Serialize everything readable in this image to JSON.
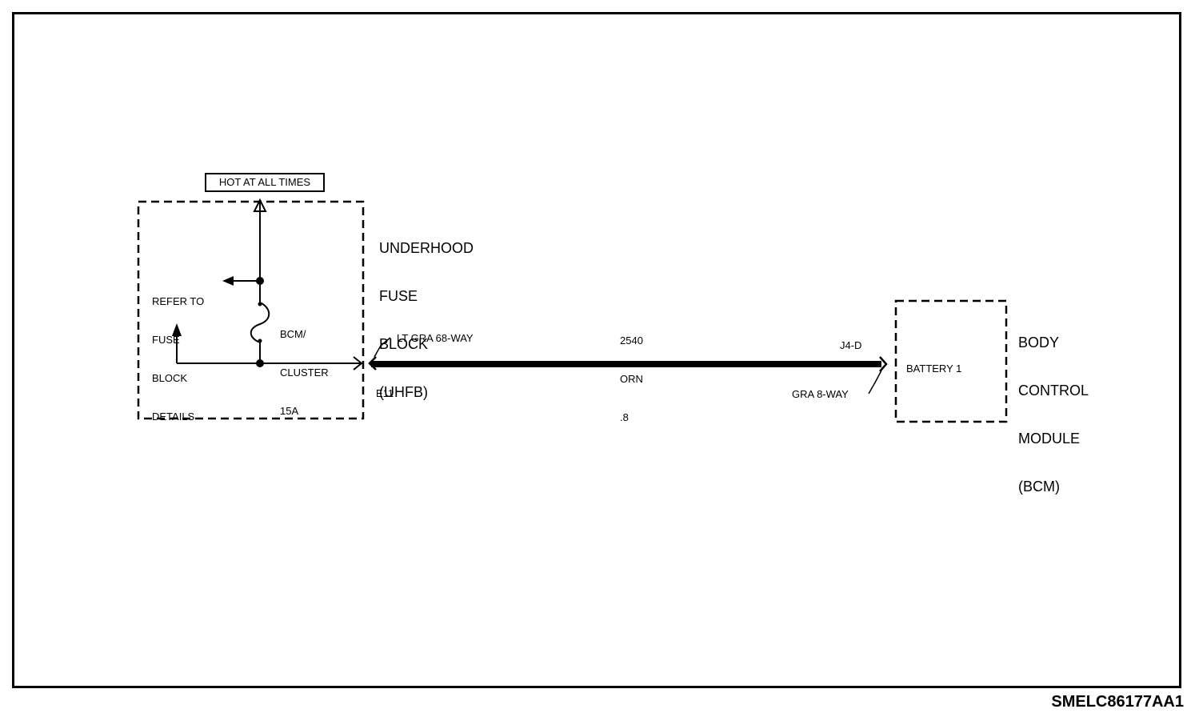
{
  "hot_label": "HOT AT ALL TIMES",
  "uhfb": {
    "name_lines": [
      "UNDERHOOD",
      "FUSE",
      "BLOCK",
      "(UHFB)"
    ],
    "refer_lines": [
      "REFER TO",
      "FUSE",
      "BLOCK",
      "DETAILS"
    ],
    "fuse_name_lines": [
      "BCM/",
      "CLUSTER",
      "15A"
    ],
    "connector": "LT GRA 68-WAY",
    "terminal": "E11"
  },
  "wire": {
    "circuit": "2540",
    "color": "ORN",
    "gauge": ".8"
  },
  "bcm": {
    "name_lines": [
      "BODY",
      "CONTROL",
      "MODULE",
      "(BCM)"
    ],
    "input": "BATTERY 1",
    "terminal": "J4-D",
    "connector": "GRA 8-WAY"
  },
  "figure_code": "SMELC86177AA1"
}
